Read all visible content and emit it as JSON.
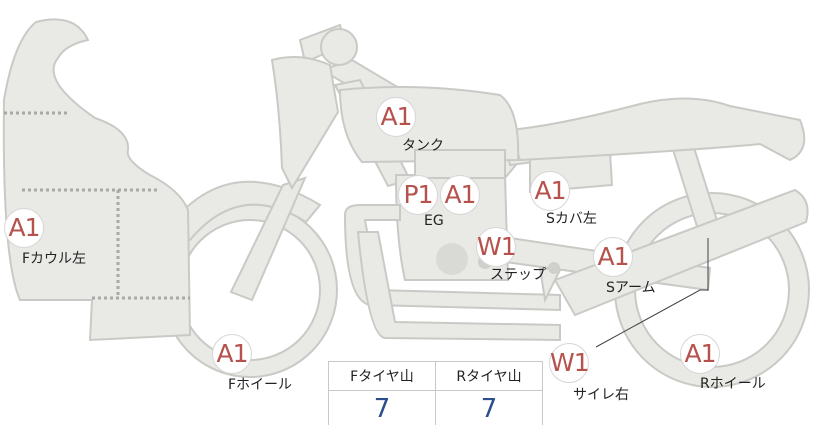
{
  "colors": {
    "body_fill": "#e9e9e6",
    "body_stroke": "#c9c9c6",
    "grade_text": "#b5524c",
    "table_value": "#2b4e8c"
  },
  "parts": [
    {
      "key": "f_cowl_left",
      "grade": "A1",
      "label": "Fカウル左"
    },
    {
      "key": "tank",
      "grade": "A1",
      "label": "タンク"
    },
    {
      "key": "engine",
      "grade_p": "P1",
      "grade": "A1",
      "label": "EG"
    },
    {
      "key": "s_cover_left",
      "grade": "A1",
      "label": "Sカバ左"
    },
    {
      "key": "step",
      "grade": "W1",
      "label": "ステップ"
    },
    {
      "key": "s_arm",
      "grade": "A1",
      "label": "Sアーム"
    },
    {
      "key": "f_wheel",
      "grade": "A1",
      "label": "Fホイール"
    },
    {
      "key": "silencer_right",
      "grade": "W1",
      "label": "サイレ右"
    },
    {
      "key": "r_wheel",
      "grade": "A1",
      "label": "Rホイール"
    }
  ],
  "tread_table": {
    "headers": [
      "Fタイヤ山",
      "Rタイヤ山"
    ],
    "values": [
      "7",
      "7"
    ]
  }
}
